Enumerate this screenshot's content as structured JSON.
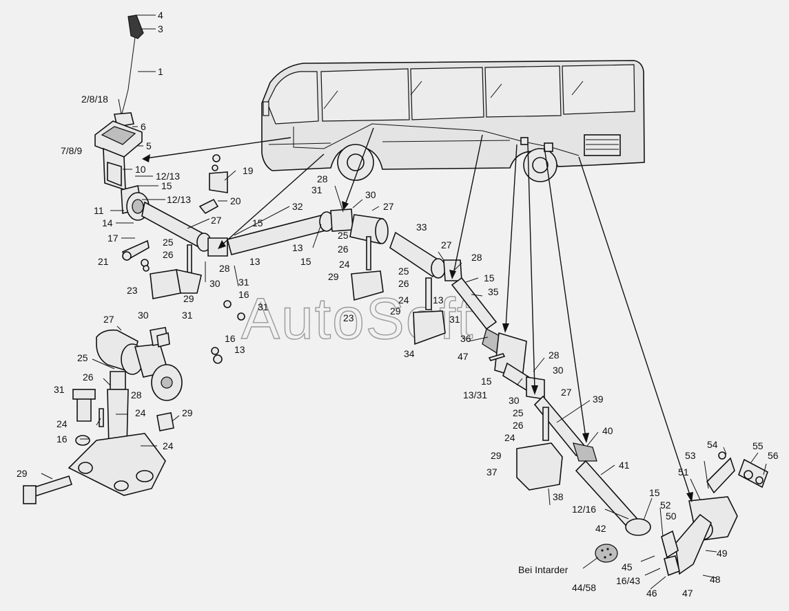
{
  "watermark": "AutoSoft",
  "labels": {
    "l4": "4",
    "l3": "3",
    "l1": "1",
    "l2_8_18": "2/8/18",
    "l6": "6",
    "l7_8_9": "7/8/9",
    "l5": "5",
    "l10": "10",
    "l12_13a": "12/13",
    "l15a": "15",
    "l12_13b": "12/13",
    "l11": "11",
    "l14": "14",
    "l17": "17",
    "l21": "21",
    "l19": "19",
    "l20": "20",
    "l27a": "27",
    "l32": "32",
    "l28a": "28",
    "l31a": "31",
    "l30a": "30",
    "l27b": "27",
    "l15b": "15",
    "l25a": "25",
    "l26a": "26",
    "l28b": "28",
    "l13a": "13",
    "l13b": "13",
    "l15c": "15",
    "l23a": "23",
    "l29a": "29",
    "l30b": "30",
    "l31b": "31",
    "l16a": "16",
    "l31c": "31",
    "l25b": "25",
    "l26b": "26",
    "l24a": "24",
    "l29b": "29",
    "l23b": "23",
    "l33": "33",
    "l27c": "27",
    "l28c": "28",
    "l25c": "25",
    "l26c": "26",
    "l15d": "15",
    "l35": "35",
    "l13c": "13",
    "l24b": "24",
    "l29c": "29",
    "l31d": "31",
    "l34": "34",
    "l36": "36",
    "l47a": "47",
    "l15e": "15",
    "l13_31": "13/31",
    "l28d": "28",
    "l30c": "30",
    "l30d": "30",
    "l27d": "27",
    "l25d": "25",
    "l26d": "26",
    "l24c": "24",
    "l29d": "29",
    "l37": "37",
    "l38": "38",
    "l39": "39",
    "l40": "40",
    "l41": "41",
    "l15f": "15",
    "l12_16": "12/16",
    "l42": "42",
    "l45": "45",
    "l16_43": "16/43",
    "l46": "46",
    "l47b": "47",
    "l48": "48",
    "l49": "49",
    "l50": "50",
    "l52": "52",
    "l51": "51",
    "l53": "53",
    "l54": "54",
    "l55": "55",
    "l56": "56",
    "l44_58": "44/58",
    "bei_intarder": "Bei Intarder",
    "d27": "27",
    "d30": "30",
    "d31a": "31",
    "d25": "25",
    "d26": "26",
    "d28": "28",
    "d16": "16",
    "d13": "13",
    "d31b": "31",
    "d24a": "24",
    "d24b": "24",
    "d24c": "24",
    "d29a": "29",
    "d16b": "16",
    "d29b": "29"
  }
}
